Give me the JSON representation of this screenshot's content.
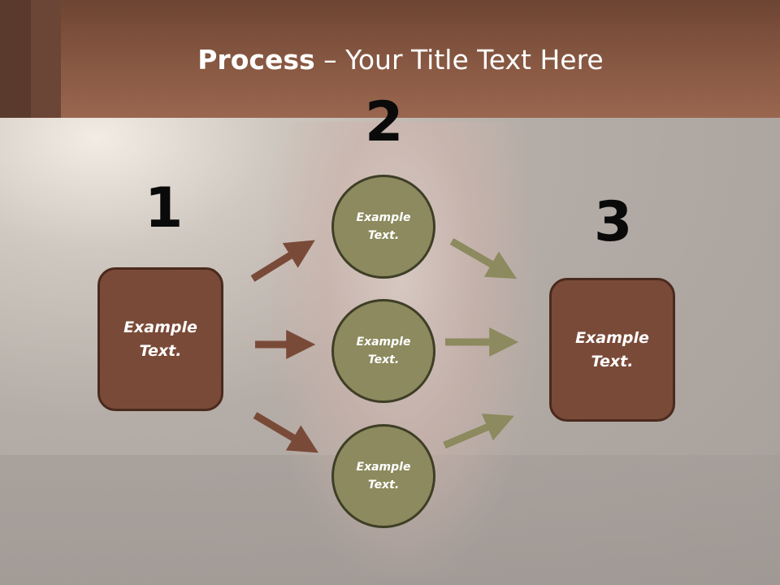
{
  "header": {
    "title_bold": "Process",
    "title_rest": " – Your Title Text Here"
  },
  "steps": [
    {
      "number": "1",
      "label": "Example Text."
    },
    {
      "number": "2",
      "items": [
        "Example Text.",
        "Example Text.",
        "Example Text."
      ]
    },
    {
      "number": "3",
      "label": "Example Text."
    }
  ],
  "colors": {
    "header": "#8a5a44",
    "box": "#7a4a38",
    "circle": "#8c8a5e",
    "arrow_left": "#7a4a38",
    "arrow_right": "#8c8a5e"
  }
}
